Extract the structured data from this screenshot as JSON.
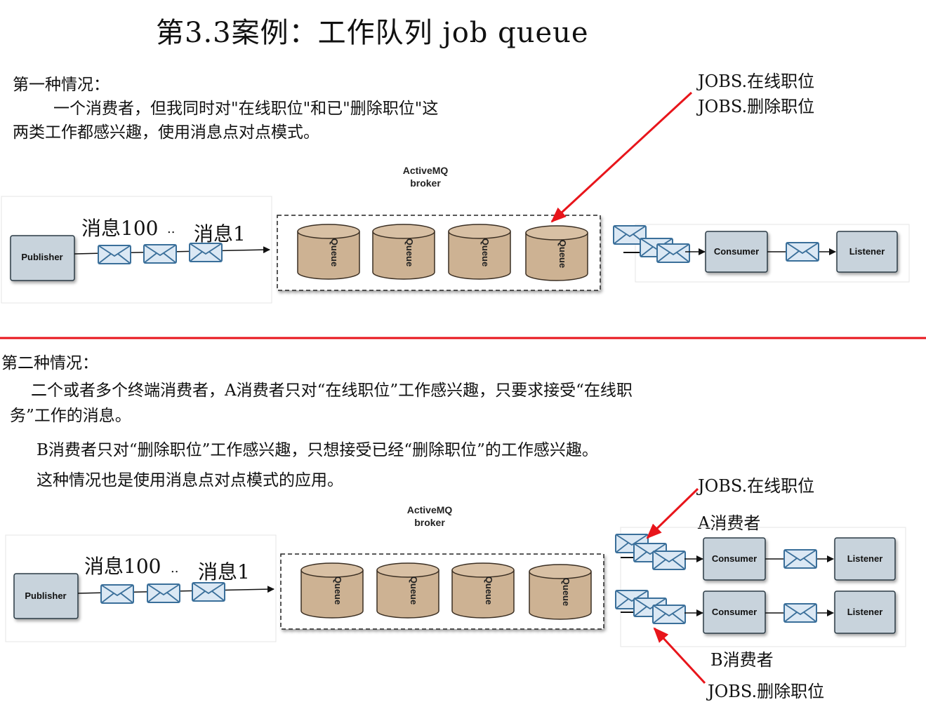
{
  "title": "第3.3案例：工作队列  job queue",
  "section1": {
    "heading": "第一种情况：",
    "line1": "一个消费者，但我同时对\"在线职位\"和已\"删除职位\"这",
    "line2": "两类工作都感兴趣，使用消息点对点模式。",
    "annotation_line1": "JOBS.在线职位",
    "annotation_line2": "JOBS.删除职位",
    "diagram": {
      "broker_line1": "ActiveMQ",
      "broker_line2": "broker",
      "publisher": "Publisher",
      "msg_first": "消息100",
      "msg_dots": "..",
      "msg_last": "消息1",
      "queue_label": "Queue",
      "consumer": "Consumer",
      "listener": "Listener"
    }
  },
  "section2": {
    "heading": "第二种情况：",
    "line1": "二个或者多个终端消费者，A消费者只对“在线职位”工作感兴趣，只要求接受“在线职",
    "line2": "务”工作的消息。",
    "line3": "B消费者只对“删除职位”工作感兴趣，只想接受已经“删除职位”的工作感兴趣。",
    "line4": "这种情况也是使用消息点对点模式的应用。",
    "annotation_top": "JOBS.在线职位",
    "consumer_a": "A消费者",
    "consumer_b": "B消费者",
    "annotation_bottom": "JOBS.删除职位",
    "diagram": {
      "broker_line1": "ActiveMQ",
      "broker_line2": "broker",
      "publisher": "Publisher",
      "msg_first": "消息100",
      "msg_dots": "..",
      "msg_last": "消息1",
      "queue_label": "Queue",
      "consumer": "Consumer",
      "listener": "Listener"
    }
  },
  "colors": {
    "arrow_red": "#e8151b",
    "divider_red": "#e8151b",
    "queue_fill": "#cdb293",
    "box_fill": "#c8d3dc",
    "envelope_fill": "#dbe8f4",
    "envelope_stroke": "#3a6f9a"
  },
  "icons": [
    "envelope-icon",
    "queue-cylinder-icon"
  ]
}
